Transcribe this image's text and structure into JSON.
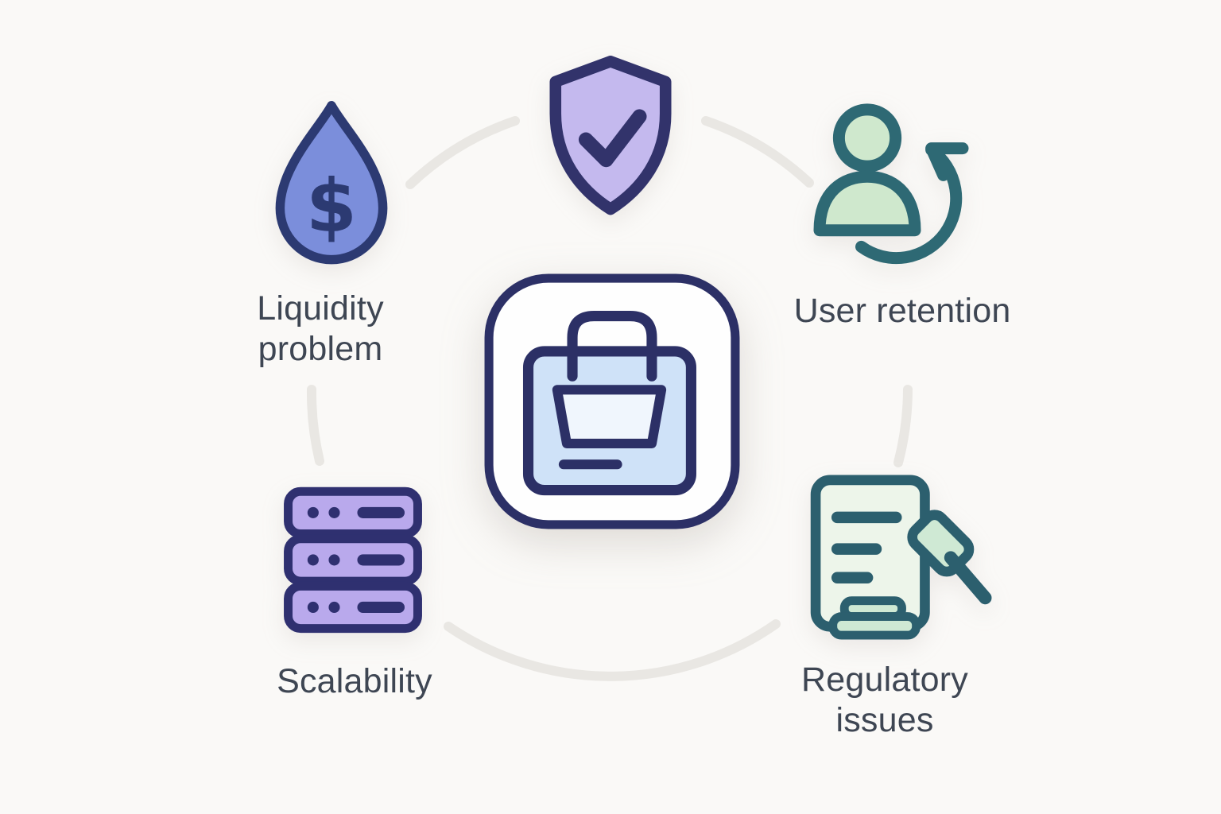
{
  "diagram": {
    "type": "radial-icon-diagram",
    "center": {
      "icon": "shopping-bag-app-icon"
    },
    "hub_icon_top": {
      "icon": "shield-check-icon",
      "label": ""
    },
    "nodes": [
      {
        "position": "top-left",
        "icon": "money-drop-icon",
        "label": "Liquidity problem"
      },
      {
        "position": "top-right",
        "icon": "user-refresh-icon",
        "label": "User retention"
      },
      {
        "position": "bottom-left",
        "icon": "server-stack-icon",
        "label": "Scalability"
      },
      {
        "position": "bottom-right",
        "icon": "document-gavel-icon",
        "label": "Regulatory issues"
      }
    ],
    "colors": {
      "background": "#faf9f7",
      "arc_gray": "#e9e7e3",
      "navy_stroke": "#2c3168",
      "drop_fill": "#7b8edb",
      "shield_fill": "#c4b9ee",
      "server_fill": "#b9a9ec",
      "person_fill": "#cfe8cd",
      "teal_stroke": "#2c5f6e",
      "doc_fill": "#edf5ea",
      "gavel_fill": "#cfe9d4",
      "bag_fill": "#cfe2f8",
      "basket_fill": "#f0f6fd",
      "label_text": "#3e4653"
    }
  }
}
